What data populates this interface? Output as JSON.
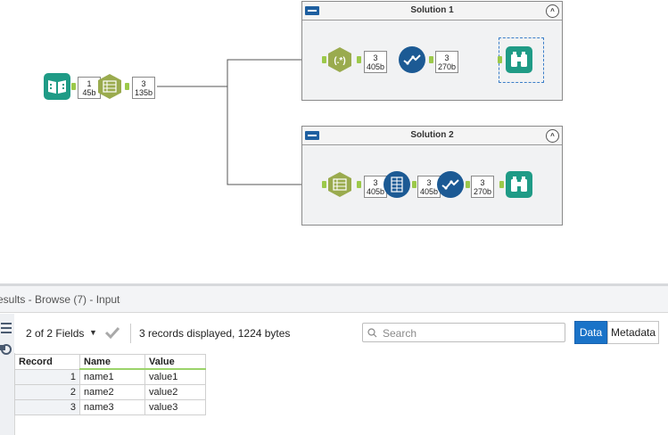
{
  "canvas": {
    "input_badge": {
      "count": "1",
      "size": "45b"
    },
    "textinput_badge": {
      "count": "3",
      "size": "135b"
    },
    "containers": [
      {
        "title": "Solution 1",
        "collapse": "^",
        "badges": [
          {
            "count": "3",
            "size": "405b"
          },
          {
            "count": "3",
            "size": "270b"
          }
        ],
        "tools": [
          "regex-tool",
          "filter-tool",
          "browse-tool"
        ]
      },
      {
        "title": "Solution 2",
        "collapse": "^",
        "badges": [
          {
            "count": "3",
            "size": "405b"
          },
          {
            "count": "3",
            "size": "405b"
          },
          {
            "count": "3",
            "size": "270b"
          }
        ],
        "tools": [
          "text-to-columns-tool",
          "transpose-tool",
          "filter-tool",
          "browse-tool"
        ]
      }
    ],
    "colors": {
      "input_teal": "#1f9b86",
      "parse_olive": "#9aab4e",
      "prep_blue": "#1c5a94",
      "wire_blue": "#3a4fd0",
      "anchor_green": "#9cc94a"
    }
  },
  "results": {
    "title": "esults - Browse (7) - Input",
    "fields_label": "2 of 2 Fields",
    "records_label": "3 records displayed, 1224 bytes",
    "search_placeholder": "Search",
    "data_button": "Data",
    "metadata_button": "Metadata",
    "columns": [
      "Record",
      "Name",
      "Value"
    ],
    "rows": [
      {
        "record": "1",
        "name": "name1",
        "value": "value1"
      },
      {
        "record": "2",
        "name": "name2",
        "value": "value2"
      },
      {
        "record": "3",
        "name": "name3",
        "value": "value3"
      }
    ]
  }
}
